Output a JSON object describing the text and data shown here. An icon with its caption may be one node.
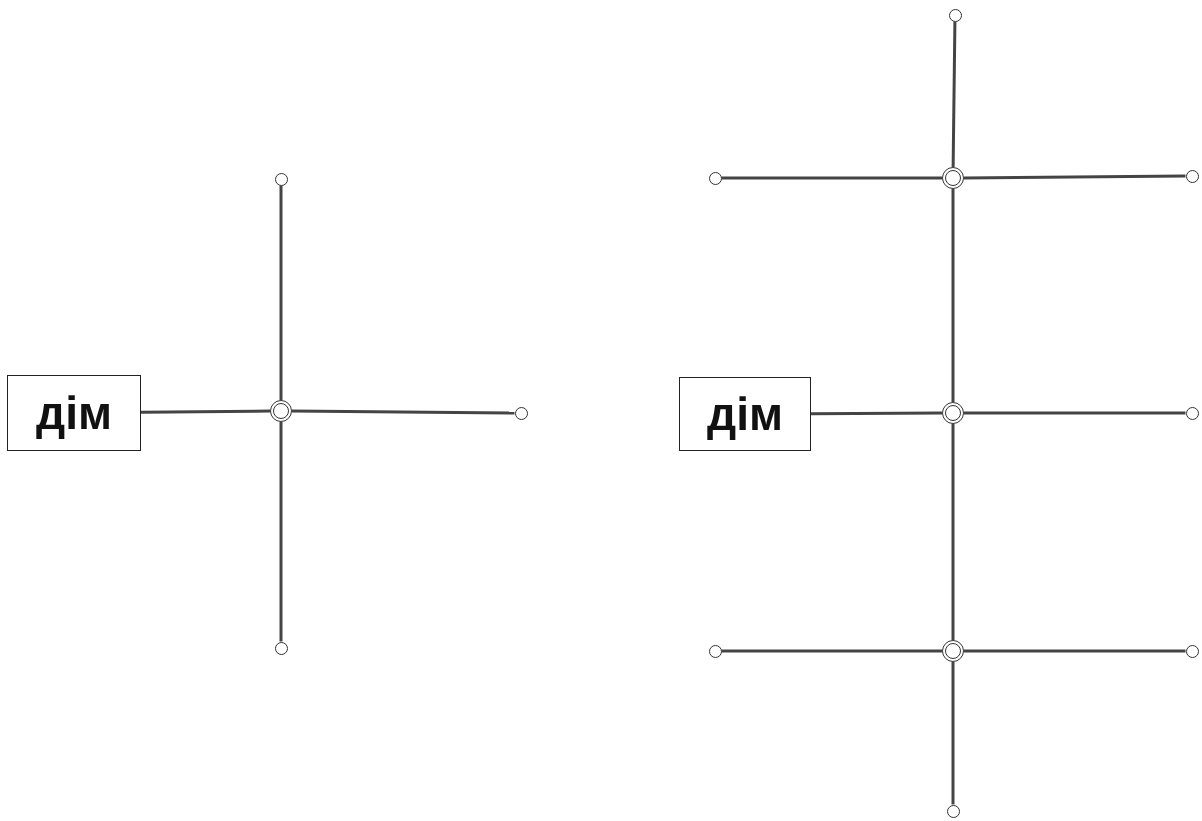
{
  "diagram": {
    "nodes": [
      {
        "text": [
          "дім"
        ]
      },
      {
        "text": [],
        "shape": "circle"
      },
      {
        "text": [],
        "shape": "circle"
      },
      {
        "text": [],
        "shape": "circle"
      },
      {
        "text": [],
        "shape": "circle"
      },
      {
        "text": [
          "дім"
        ]
      },
      {
        "text": [],
        "shape": "circle"
      },
      {
        "text": [],
        "shape": "circle"
      },
      {
        "text": [],
        "shape": "circle"
      },
      {
        "text": [],
        "shape": "circle"
      },
      {
        "text": [],
        "shape": "circle"
      },
      {
        "text": [],
        "shape": "circle"
      },
      {
        "text": [],
        "shape": "circle"
      },
      {
        "text": [],
        "shape": "circle"
      },
      {
        "text": [],
        "shape": "circle"
      },
      {
        "text": [],
        "shape": "circle"
      }
    ],
    "edges": [
      {
        "from": 0,
        "to": 1,
        "arrow": "none"
      },
      {
        "from": 1,
        "to": 2,
        "arrow": "none"
      },
      {
        "from": 1,
        "to": 3,
        "arrow": "none"
      },
      {
        "from": 1,
        "to": 4,
        "arrow": "none"
      },
      {
        "from": 5,
        "to": 10,
        "arrow": "none"
      },
      {
        "from": 8,
        "to": 6,
        "arrow": "none"
      },
      {
        "from": 8,
        "to": 7,
        "arrow": "none"
      },
      {
        "from": 8,
        "to": 9,
        "arrow": "none"
      },
      {
        "from": 8,
        "to": 10,
        "arrow": "none"
      },
      {
        "from": 10,
        "to": 11,
        "arrow": "none"
      },
      {
        "from": 10,
        "to": 13,
        "arrow": "none"
      },
      {
        "from": 13,
        "to": 12,
        "arrow": "none"
      },
      {
        "from": 13,
        "to": 14,
        "arrow": "none"
      },
      {
        "from": 13,
        "to": 15,
        "arrow": "none"
      }
    ]
  }
}
